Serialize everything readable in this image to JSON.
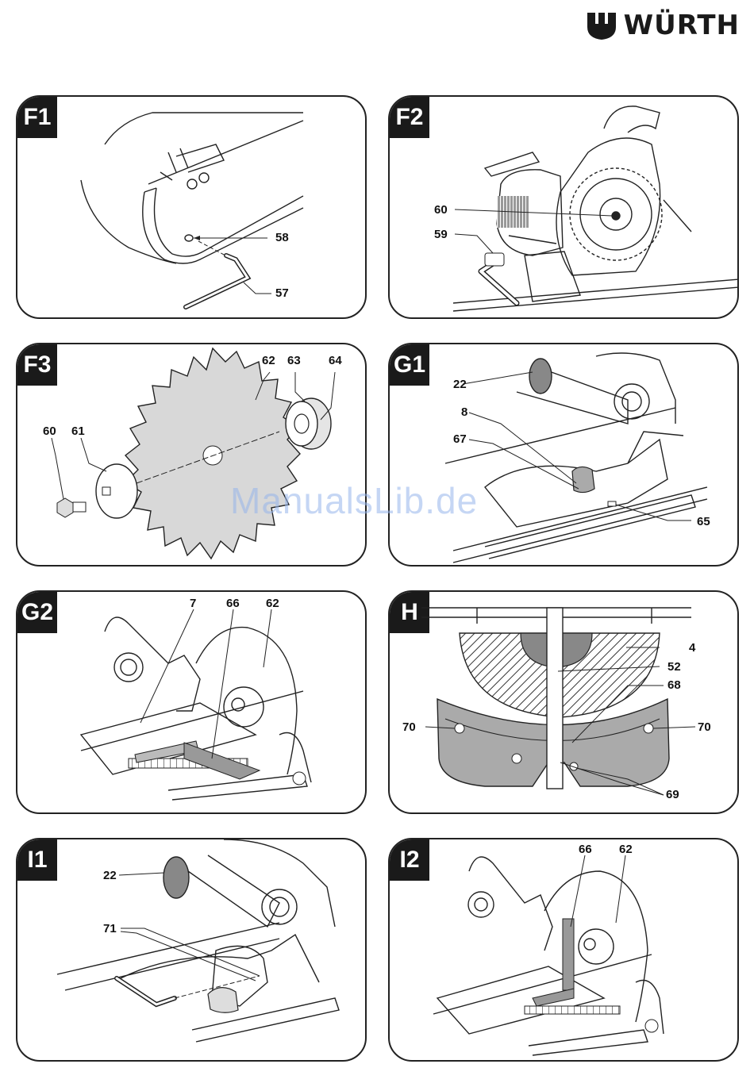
{
  "brand": {
    "name": "WÜRTH",
    "logo_icon": "wuerth-logo-icon",
    "color": "#1a1a1a"
  },
  "watermark": "ManualsLib.de",
  "panels": [
    {
      "id": "F1",
      "callouts": [
        "58",
        "57"
      ]
    },
    {
      "id": "F2",
      "callouts": [
        "60",
        "59"
      ]
    },
    {
      "id": "F3",
      "callouts": [
        "62",
        "63",
        "64",
        "60",
        "61"
      ]
    },
    {
      "id": "G1",
      "callouts": [
        "22",
        "8",
        "67",
        "65"
      ]
    },
    {
      "id": "G2",
      "callouts": [
        "7",
        "66",
        "62"
      ]
    },
    {
      "id": "H",
      "callouts": [
        "4",
        "52",
        "68",
        "70",
        "70",
        "69"
      ]
    },
    {
      "id": "I1",
      "callouts": [
        "22",
        "71"
      ]
    },
    {
      "id": "I2",
      "callouts": [
        "66",
        "62"
      ]
    }
  ]
}
